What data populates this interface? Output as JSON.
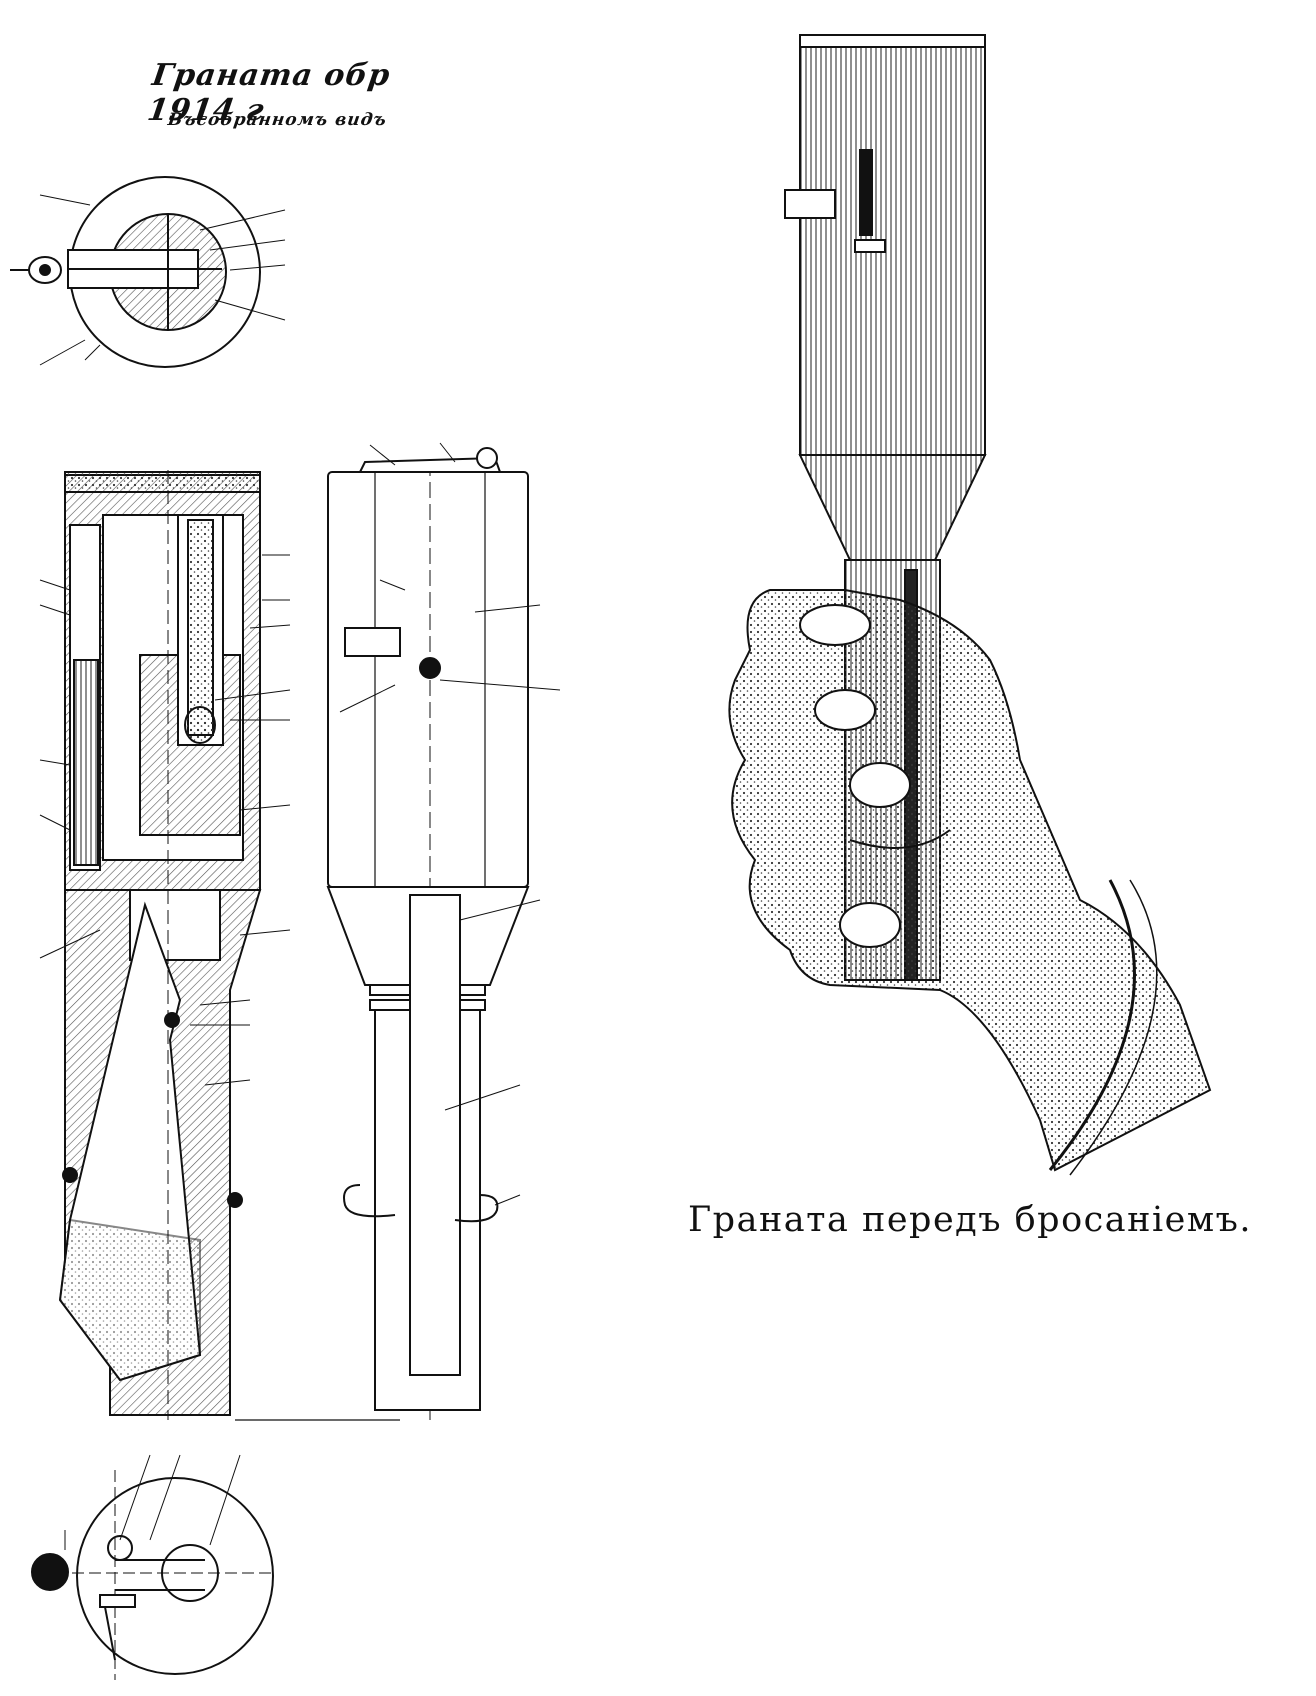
{
  "diagram": {
    "title": "Граната обр 1914 г",
    "subtitle": "Въсобранномъ видъ",
    "caption": "Граната передъ бросаніемъ."
  },
  "icons": {
    "top_view": "grenade-top-view-drawing",
    "section_view": "grenade-cross-section-drawing",
    "side_view": "grenade-side-view-drawing",
    "bottom_view": "grenade-bottom-view-drawing",
    "hand_illustration": "hand-holding-grenade-illustration"
  }
}
